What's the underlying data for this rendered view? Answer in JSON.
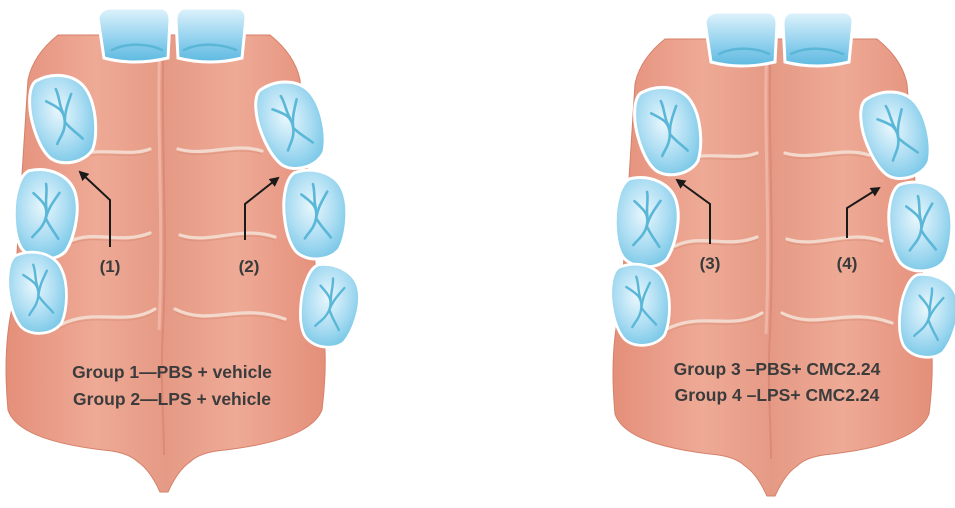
{
  "panels": [
    {
      "sites": [
        {
          "label": "(1)"
        },
        {
          "label": "(2)"
        }
      ],
      "legend": [
        "Group 1—PBS + vehicle",
        "Group 2—LPS + vehicle"
      ]
    },
    {
      "sites": [
        {
          "label": "(3)"
        },
        {
          "label": "(4)"
        }
      ],
      "legend": [
        "Group 3 –PBS+ CMC2.24",
        "Group 4 –LPS+ CMC2.24"
      ]
    }
  ],
  "colors": {
    "palate": "#e9a08a",
    "palate_dark": "#cf7560",
    "tooth": "#a9dcf2",
    "tooth_dark": "#5cb9de",
    "arrow": "#1a1a1a",
    "text": "#3a3a3a"
  }
}
